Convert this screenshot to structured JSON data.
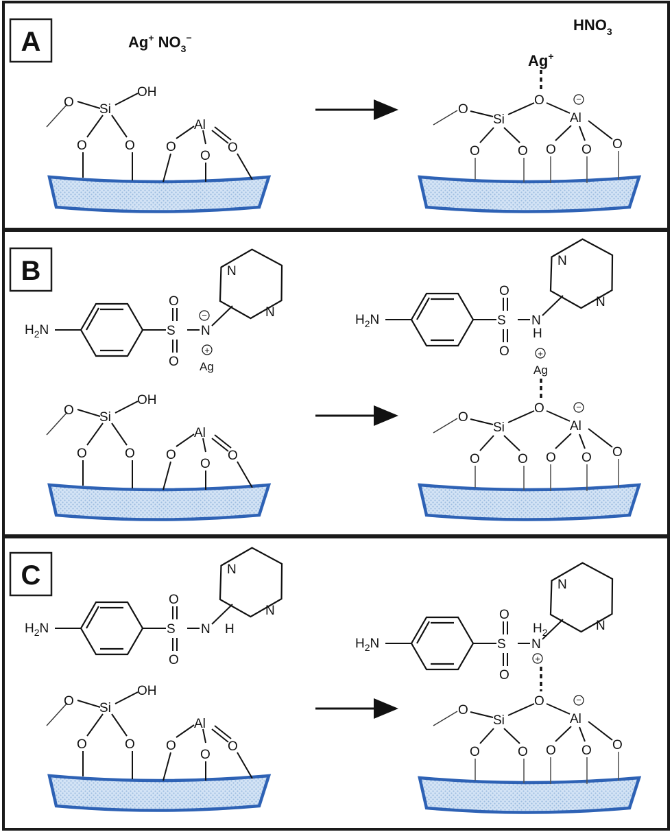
{
  "panels": [
    {
      "letter": "A",
      "reagent_left": {
        "main": "Ag",
        "sup": "+",
        "ion": " NO",
        "sub": "3",
        "sup2": "−"
      },
      "product_label": {
        "main": "HNO",
        "sub": "3"
      },
      "product_cation": {
        "main": "Ag",
        "sup": "+"
      }
    },
    {
      "letter": "B",
      "left_cation": "Ag",
      "right_cation": "Ag"
    },
    {
      "letter": "C",
      "right_nh": {
        "main": "H",
        "sub": "2",
        "n": "N"
      }
    }
  ],
  "atoms": {
    "O": "O",
    "OH": "OH",
    "Si": "Si",
    "Al": "Al",
    "S": "S",
    "N": "N",
    "H": "H",
    "H2N_main": "H",
    "H2N_sub": "2",
    "H2N_n": "N"
  },
  "charges": {
    "minus": "−",
    "plus": "+"
  }
}
